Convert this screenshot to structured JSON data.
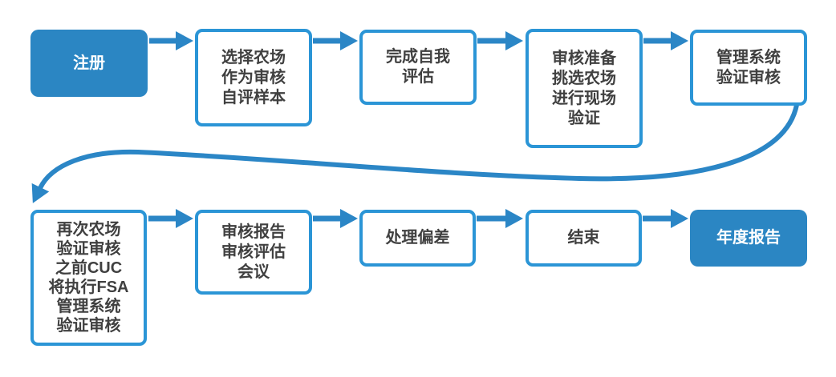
{
  "theme": {
    "accent_fill": "#2b86c3",
    "box_border": "#2b95d6",
    "arrow": "#2b86c6",
    "text": "#404040"
  },
  "diagram": {
    "type": "flowchart",
    "top_row": [
      {
        "label": "注册",
        "style": "filled"
      },
      {
        "label": "选择农场\n作为审核\n自评样本",
        "style": "outline"
      },
      {
        "label": "完成自我\n评估",
        "style": "outline"
      },
      {
        "label": "审核准备\n挑选农场\n进行现场\n验证",
        "style": "outline"
      },
      {
        "label": "管理系统\n验证审核",
        "style": "outline"
      }
    ],
    "bottom_row": [
      {
        "label": "再次农场\n验证审核\n之前CUC\n将执行FSA\n管理系统\n验证审核",
        "style": "outline"
      },
      {
        "label": "审核报告\n审核评估\n会议",
        "style": "outline"
      },
      {
        "label": "处理偏差",
        "style": "outline"
      },
      {
        "label": "结束",
        "style": "outline"
      },
      {
        "label": "年度报告",
        "style": "filled"
      }
    ],
    "connections": [
      "top-1 → top-2",
      "top-2 → top-3",
      "top-3 → top-4",
      "top-4 → top-5",
      "top-5 → bottom-1 (curved loop)",
      "bottom-1 → bottom-2",
      "bottom-2 → bottom-3",
      "bottom-3 → bottom-4",
      "bottom-4 → bottom-5"
    ]
  }
}
